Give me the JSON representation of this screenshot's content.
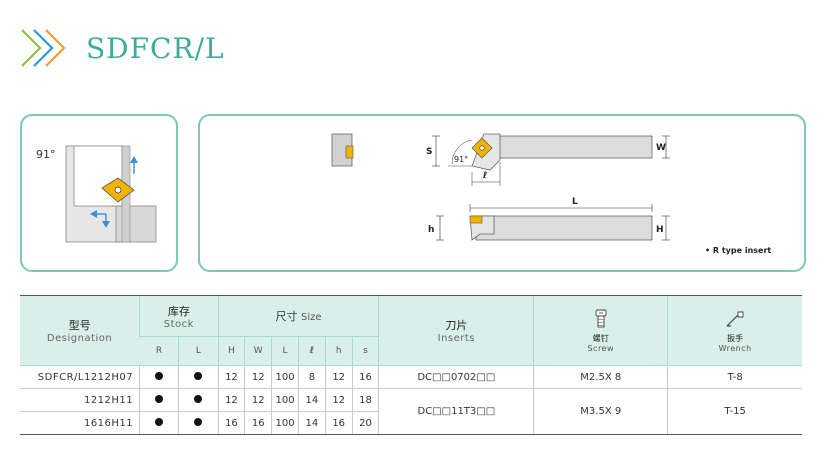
{
  "header": {
    "title": "SDFCR/L"
  },
  "drawing": {
    "angle": "91°",
    "angle_small": "91°",
    "dim_s": "S",
    "dim_w": "W",
    "dim_l_small": "ℓ",
    "dim_L": "L",
    "dim_h": "h",
    "dim_H": "H",
    "note": "• R type insert"
  },
  "table": {
    "headers": {
      "designation_zh": "型号",
      "designation_en": "Designation",
      "stock_zh": "库存",
      "stock_en": "Stock",
      "size_zh": "尺寸",
      "size_en": "Size",
      "inserts_zh": "刀片",
      "inserts_en": "Inserts",
      "screw_zh": "螺钉",
      "screw_en": "Screw",
      "wrench_zh": "扳手",
      "wrench_en": "Wrench",
      "sub": [
        "R",
        "L",
        "H",
        "W",
        "L",
        "ℓ",
        "h",
        "s"
      ]
    },
    "rows": [
      {
        "designation": "SDFCR/L1212H07",
        "H": "12",
        "W": "12",
        "L": "100",
        "l": "8",
        "h": "12",
        "s": "16",
        "insert": "DC□□0702□□",
        "screw": "M2.5X 8",
        "wrench": "T-8"
      },
      {
        "designation": "1212H11",
        "H": "12",
        "W": "12",
        "L": "100",
        "l": "14",
        "h": "12",
        "s": "18",
        "insert": "DC□□11T3□□",
        "screw": "M3.5X 9",
        "wrench": "T-15"
      },
      {
        "designation": "1616H11",
        "H": "16",
        "W": "16",
        "L": "100",
        "l": "14",
        "h": "16",
        "s": "20"
      }
    ]
  },
  "colors": {
    "accent": "#3dab9a",
    "panel_border": "#7cc6ba",
    "header_bg": "#d9efe9",
    "insert_yellow": "#f0b400",
    "arrow_blue": "#3d8fd9"
  }
}
